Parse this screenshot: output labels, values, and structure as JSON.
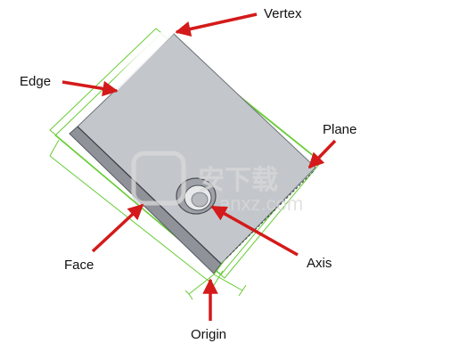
{
  "labels": {
    "vertex": "Vertex",
    "edge": "Edge",
    "plane": "Plane",
    "face": "Face",
    "axis": "Axis",
    "origin": "Origin"
  },
  "watermark": {
    "brand": "安下载",
    "domain": "anxz.com"
  },
  "colors": {
    "arrow": "#d41a1a",
    "plate_top": "#c3c7cc",
    "plate_side": "#8f9399",
    "plane_outline": "#66cc33"
  }
}
